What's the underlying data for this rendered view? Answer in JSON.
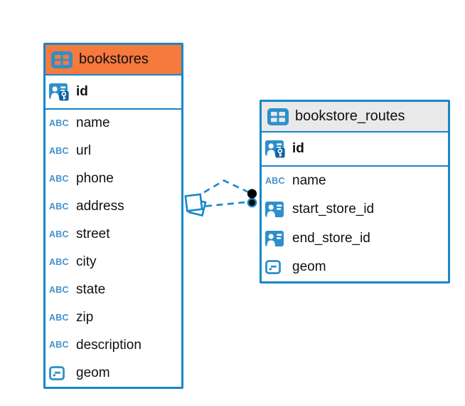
{
  "colors": {
    "table_border_blue": "#1787c9",
    "icon_blue": "#2e8fcb",
    "key_badge_blue": "#0f62a5",
    "bookstores_header_bg": "#f6793e",
    "routes_header_bg": "#e9e9e9",
    "relation_line": "#1787c9",
    "relation_dot": "#000000",
    "text_color": "#101010"
  },
  "icons": {
    "text_type_label": "ABC"
  },
  "tables": [
    {
      "name": "bookstores",
      "primary_key": "id",
      "columns": [
        {
          "name": "name",
          "type": "text"
        },
        {
          "name": "url",
          "type": "text"
        },
        {
          "name": "phone",
          "type": "text"
        },
        {
          "name": "address",
          "type": "text"
        },
        {
          "name": "street",
          "type": "text"
        },
        {
          "name": "city",
          "type": "text"
        },
        {
          "name": "state",
          "type": "text"
        },
        {
          "name": "zip",
          "type": "text"
        },
        {
          "name": "description",
          "type": "text"
        },
        {
          "name": "geom",
          "type": "geometry"
        }
      ]
    },
    {
      "name": "bookstore_routes",
      "primary_key": "id",
      "columns": [
        {
          "name": "name",
          "type": "text"
        },
        {
          "name": "start_store_id",
          "type": "reference"
        },
        {
          "name": "end_store_id",
          "type": "reference"
        },
        {
          "name": "geom",
          "type": "geometry"
        }
      ]
    }
  ],
  "relations": [
    {
      "from_table": "bookstores",
      "to_table": "bookstore_routes",
      "style": "dashed"
    },
    {
      "from_table": "bookstores",
      "to_table": "bookstore_routes",
      "style": "dashed"
    }
  ]
}
